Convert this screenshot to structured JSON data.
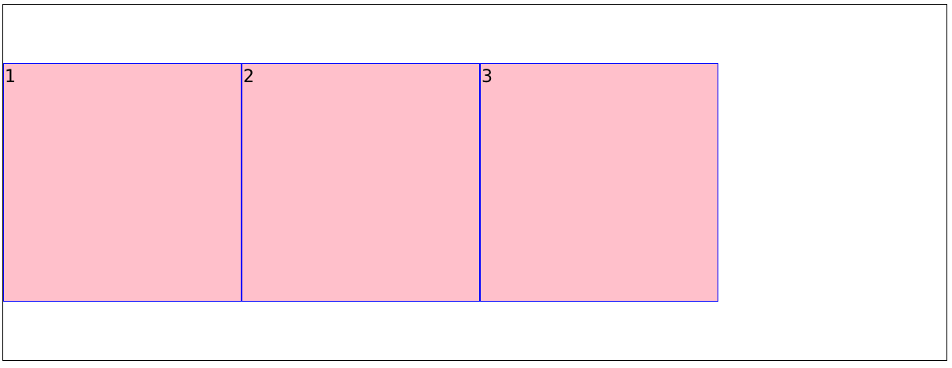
{
  "boxes": [
    {
      "label": "1"
    },
    {
      "label": "2"
    },
    {
      "label": "3"
    }
  ],
  "colors": {
    "box_fill": "#ffc0cb",
    "box_border": "#0000ff",
    "container_border": "#000000"
  }
}
